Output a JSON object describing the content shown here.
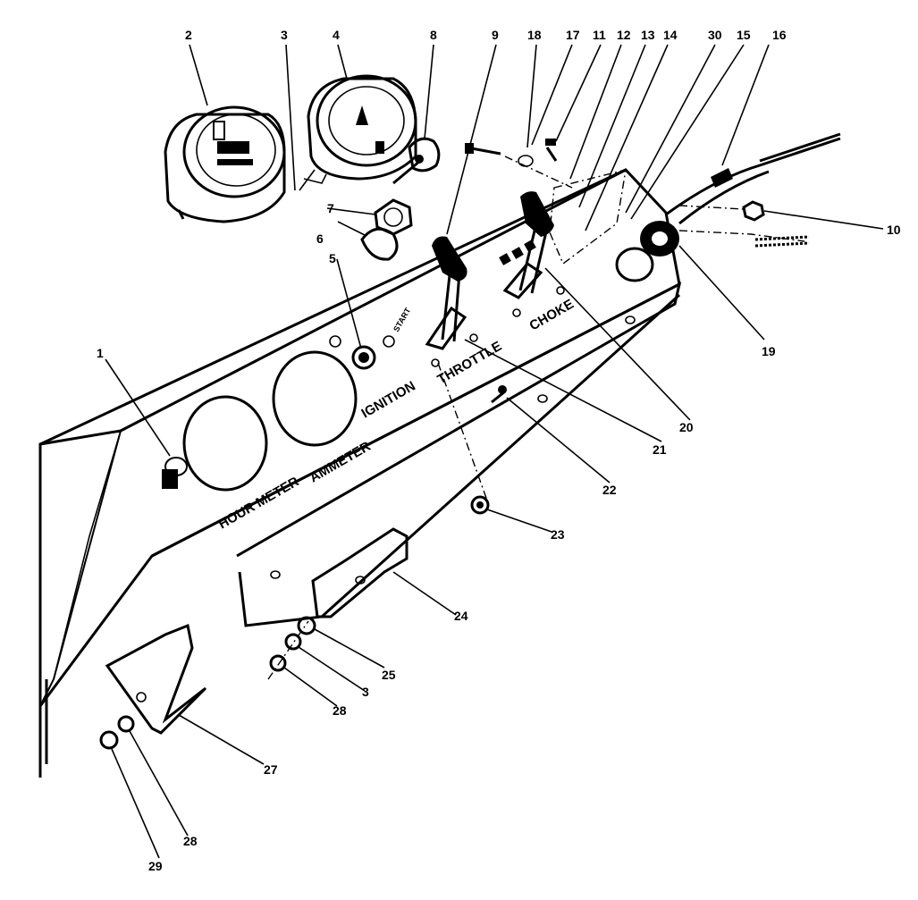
{
  "panel_labels": {
    "hour_meter": "HOUR METER",
    "ammeter": "AMMETER",
    "ignition": "IGNITION",
    "throttle": "THROTTLE",
    "choke": "CHOKE",
    "start": "START"
  },
  "callouts": [
    "1",
    "2",
    "3",
    "4",
    "5",
    "6",
    "7",
    "8",
    "9",
    "18",
    "17",
    "11",
    "12",
    "13",
    "14",
    "30",
    "15",
    "16",
    "10",
    "19",
    "20",
    "21",
    "22",
    "23",
    "24",
    "25",
    "3",
    "28",
    "27",
    "28",
    "29"
  ]
}
